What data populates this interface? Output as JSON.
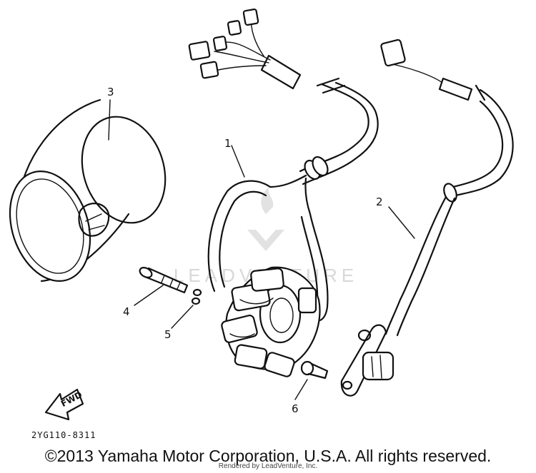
{
  "callouts": {
    "c1": "1",
    "c2": "2",
    "c3": "3",
    "c4": "4",
    "c5": "5",
    "c6": "6"
  },
  "direction_label": "FWD",
  "drawing_code": "2YG110-8311",
  "watermark": "LEADVENTURE",
  "copyright": "©2013 Yamaha Motor Corporation, U.S.A. All rights reserved.",
  "rendered_by": "Rendered by LeadVenture, Inc."
}
